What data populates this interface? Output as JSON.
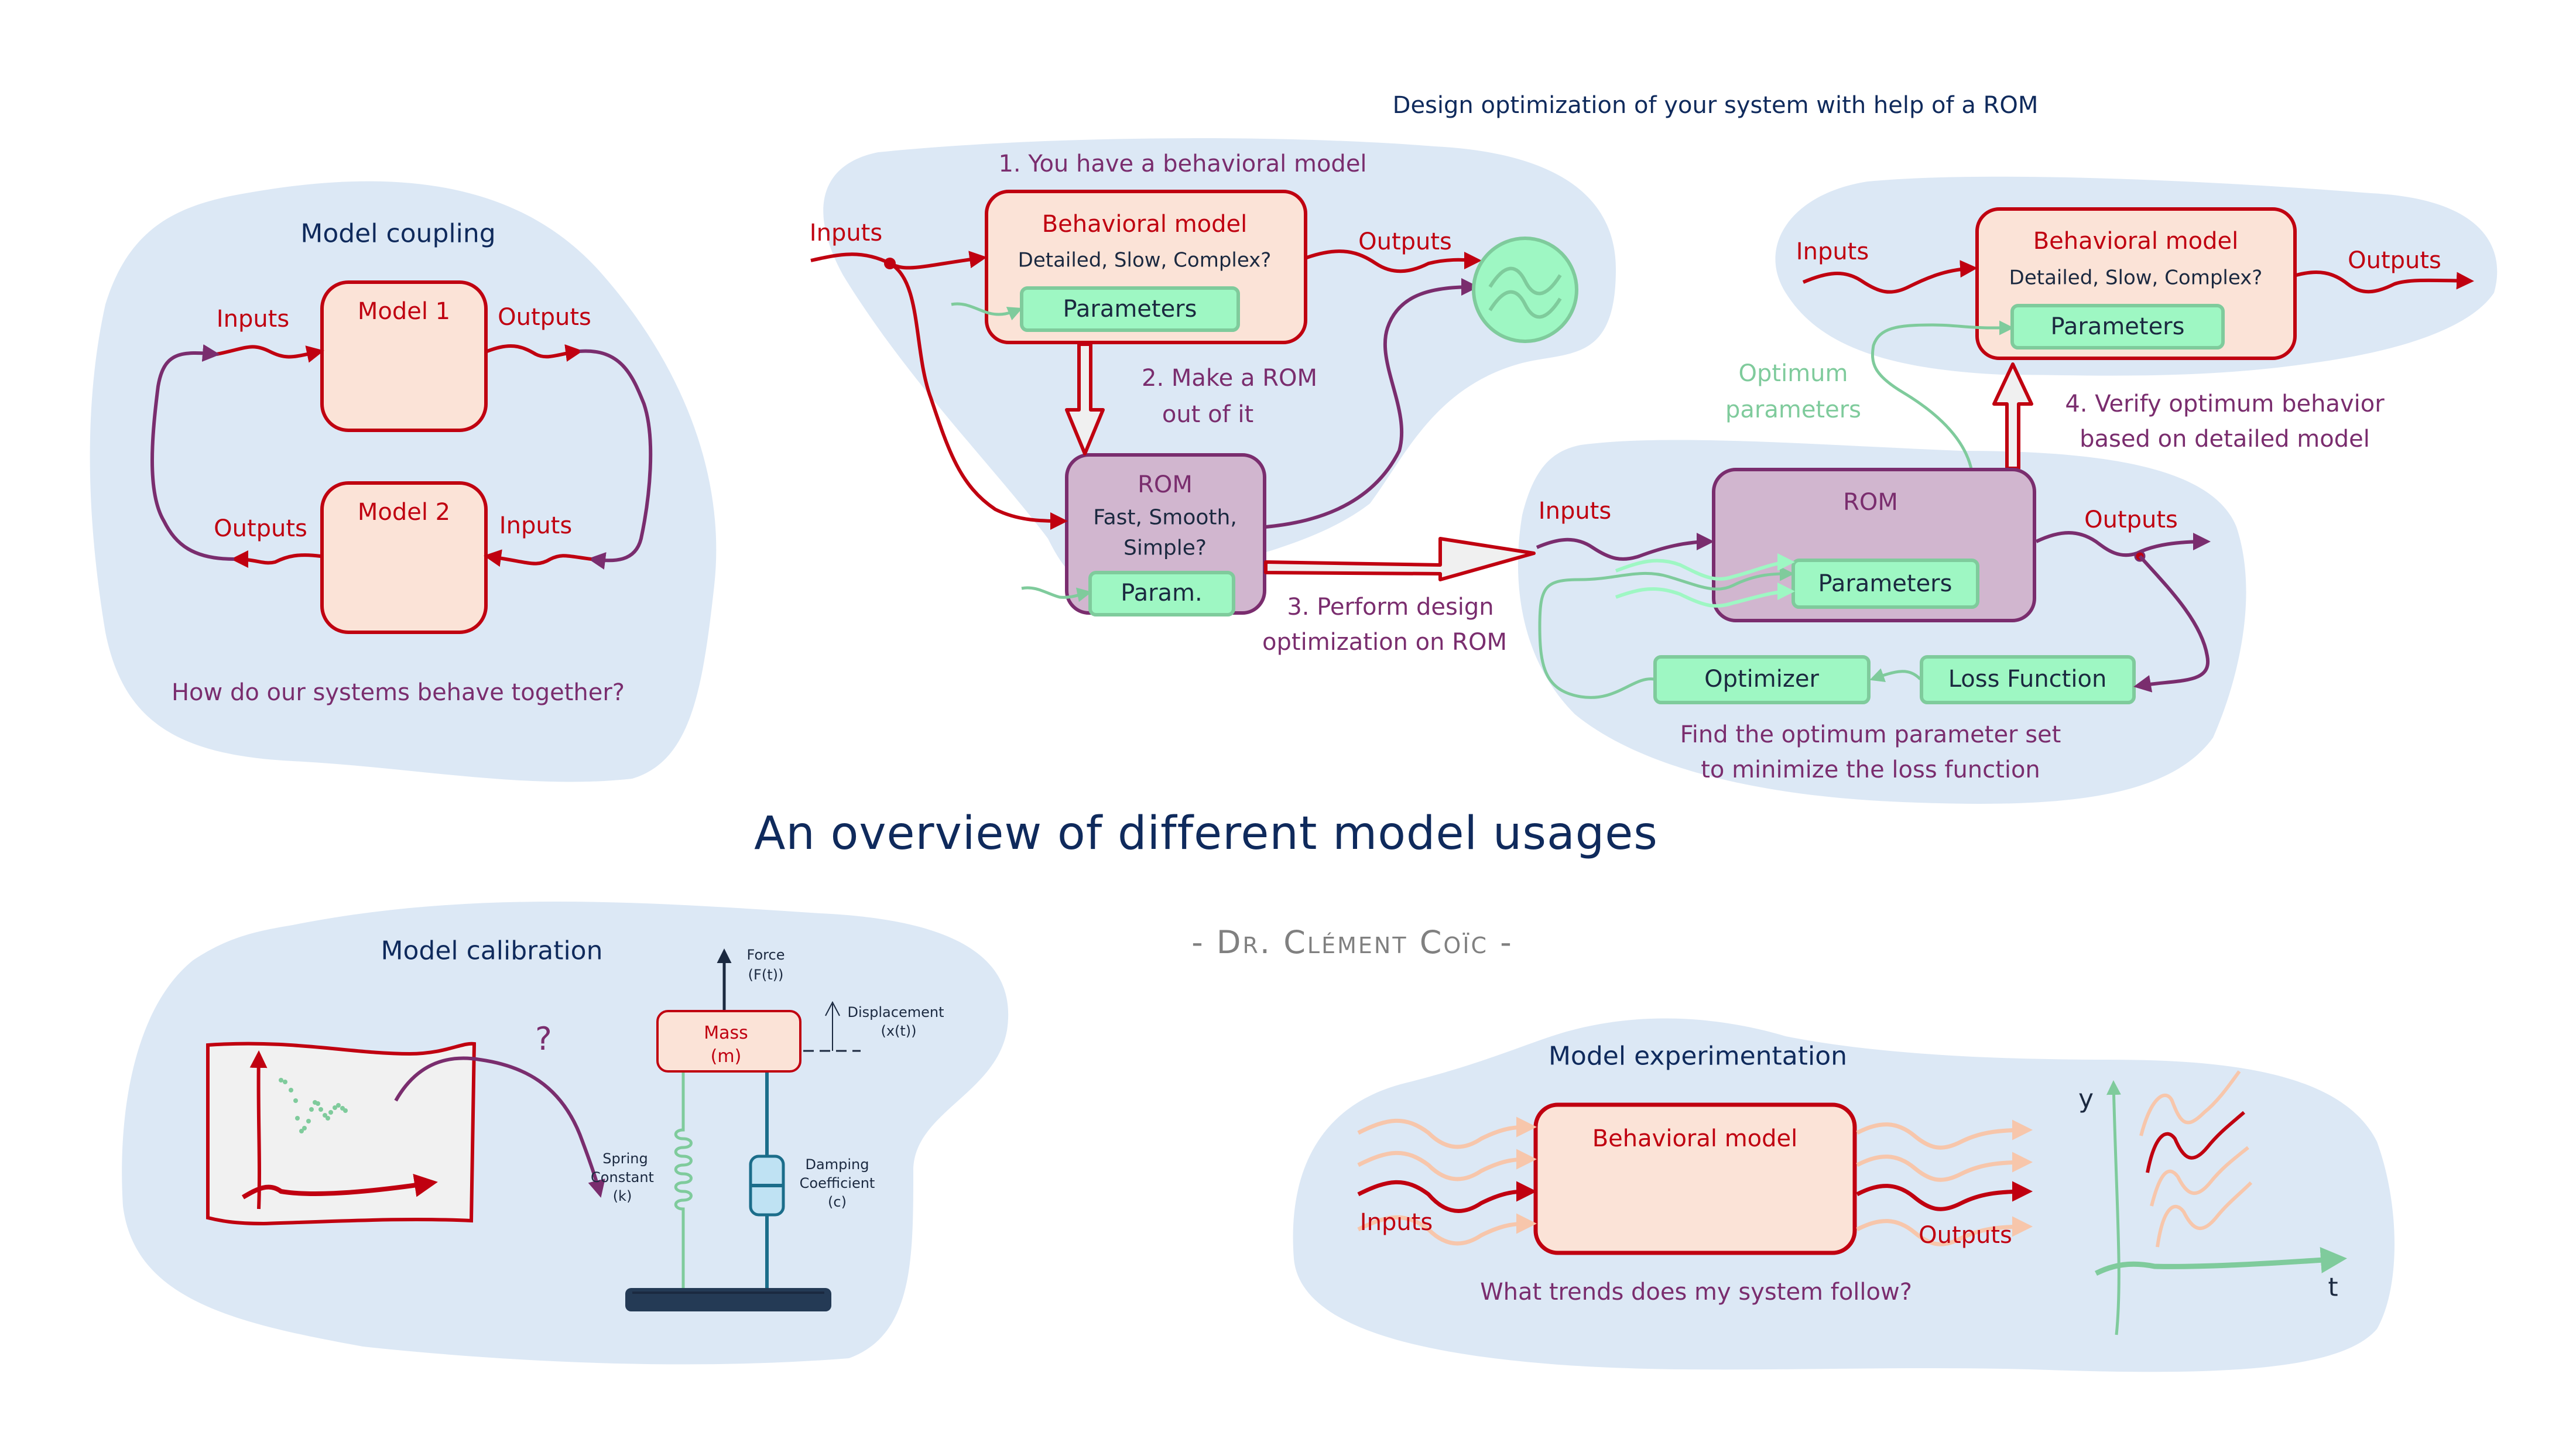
{
  "title": "An overview of different model usages",
  "author": "- Dr. Clément Coïc -",
  "colors": {
    "blob": "#dce8f5",
    "model_fill": "#fbe3d7",
    "model_stroke": "#c00010",
    "rom_fill": "#d1b6cf",
    "rom_stroke": "#7a2d6e",
    "param_fill": "#9ef7c3",
    "param_stroke": "#7fcb9c",
    "navy": "#0f2a5c",
    "grey": "#808080"
  },
  "coupling": {
    "title": "Model coupling",
    "model1": "Model 1",
    "model2": "Model 2",
    "inputs_top": "Inputs",
    "outputs_top": "Outputs",
    "outputs_bottom": "Outputs",
    "inputs_bottom": "Inputs",
    "question": "How do our systems behave together?"
  },
  "design": {
    "title": "Design optimization of your system with help of a ROM",
    "step1": "1. You have a behavioral model",
    "step2_line1": "2. Make a ROM",
    "step2_line2": "out of it",
    "step3_line1": "3. Perform design",
    "step3_line2": "optimization on ROM",
    "step4_line1": "4. Verify optimum behavior",
    "step4_line2": "based on detailed model",
    "inputs": "Inputs",
    "outputs": "Outputs",
    "behavioral_model": {
      "title": "Behavioral model",
      "subtitle": "Detailed, Slow, Complex?",
      "params": "Parameters"
    },
    "rom": {
      "title": "ROM",
      "subtitle_line1": "Fast, Smooth,",
      "subtitle_line2": "Simple?",
      "params": "Param."
    },
    "verify": {
      "inputs": "Inputs",
      "outputs": "Outputs",
      "title": "Behavioral model",
      "subtitle": "Detailed, Slow, Complex?",
      "params": "Parameters",
      "optimum_line1": "Optimum",
      "optimum_line2": "parameters"
    },
    "optimization": {
      "inputs": "Inputs",
      "outputs": "Outputs",
      "rom_title": "ROM",
      "params": "Parameters",
      "optimizer": "Optimizer",
      "loss": "Loss Function",
      "caption_line1": "Find the optimum parameter set",
      "caption_line2": "to minimize the loss function"
    }
  },
  "calibration": {
    "title": "Model calibration",
    "question_mark": "?",
    "force_line1": "Force",
    "force_line2": "(F(t))",
    "mass_line1": "Mass",
    "mass_line2": "(m)",
    "displacement_line1": "Displacement",
    "displacement_line2": "(x(t))",
    "spring_line1": "Spring",
    "spring_line2": "Constant",
    "spring_line3": "(k)",
    "damping_line1": "Damping",
    "damping_line2": "Coefficient",
    "damping_line3": "(c)"
  },
  "experimentation": {
    "title": "Model experimentation",
    "model": "Behavioral model",
    "inputs": "Inputs",
    "outputs": "Outputs",
    "question": "What trends does my system follow?",
    "y_axis": "y",
    "t_axis": "t"
  }
}
